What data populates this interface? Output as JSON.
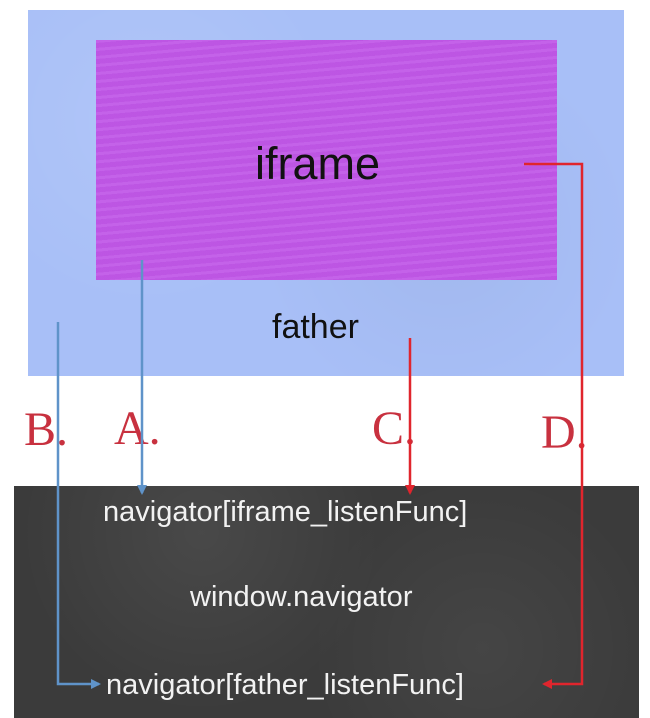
{
  "boxes": {
    "iframe": "iframe",
    "father": "father",
    "window_navigator": "window.navigator"
  },
  "navigator_entries": {
    "iframe_listen": "navigator[iframe_listenFunc]",
    "father_listen": "navigator[father_listenFunc]"
  },
  "paths": {
    "a": "A.",
    "b": "B.",
    "c": "C.",
    "d": "D."
  },
  "colors": {
    "father_fill": "#a8bff7",
    "iframe_fill": "#c15ae8",
    "navigator_fill": "#3b3b3b",
    "blue_arrow": "#5f93c9",
    "red_arrow": "#e0252d",
    "path_label": "#c8313f"
  }
}
